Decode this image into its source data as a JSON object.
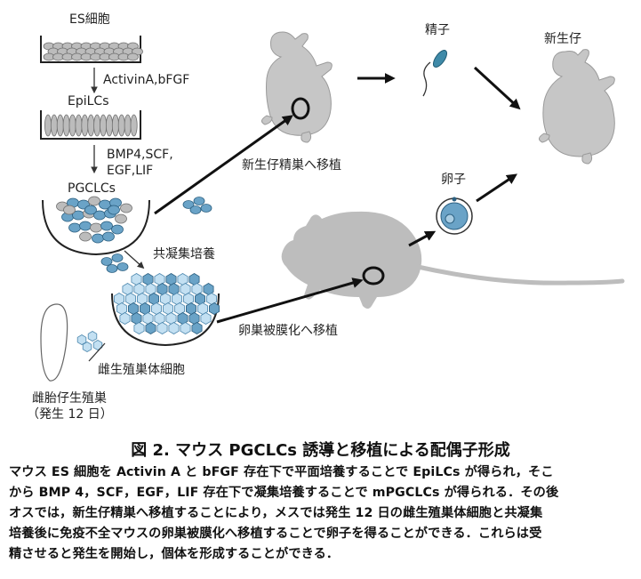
{
  "labels": {
    "es_cells": "ES細胞",
    "activin": "ActivinA,bFGF",
    "epilcs": "EpiLCs",
    "bmp_line1": "BMP4,SCF,",
    "bmp_line2": "EGF,LIF",
    "pgclcs": "PGCLCs",
    "sperm": "精子",
    "offspring": "新生仔",
    "testis_transplant": "新生仔精巣へ移植",
    "oocyte": "卵子",
    "coculture": "共凝集培養",
    "ovary_transplant": "卵巣被膜化へ移植",
    "gonad_cells": "雌生殖巣体細胞",
    "fetal_gonad_line1": "雌胎仔生殖巣",
    "fetal_gonad_line2": "（発生 12 日）"
  },
  "caption": {
    "title": "図 2.  マウス PGCLCs 誘導と移植による配偶子形成",
    "lines": [
      "マウス ES 細胞を Activin A と bFGF 存在下で平面培養することで EpiLCs が得られ，そこ",
      "から BMP 4，SCF，EGF，LIF 存在下で凝集培養することで mPGCLCs が得られる．その後",
      "オスでは，新生仔精巣へ移植することにより，メスでは発生 12 日の雌生殖巣体細胞と共凝集",
      "培養後に免疫不全マウスの卵巣被膜化へ移植することで卵子を得ることができる．これらは受",
      "精させると発生を開始し，個体を形成することができる．"
    ]
  },
  "colors": {
    "pgc_blue": "#6aa3c7",
    "somatic_light_blue": "#c3e0f2",
    "mouse_gray": "#bdbdbd"
  }
}
